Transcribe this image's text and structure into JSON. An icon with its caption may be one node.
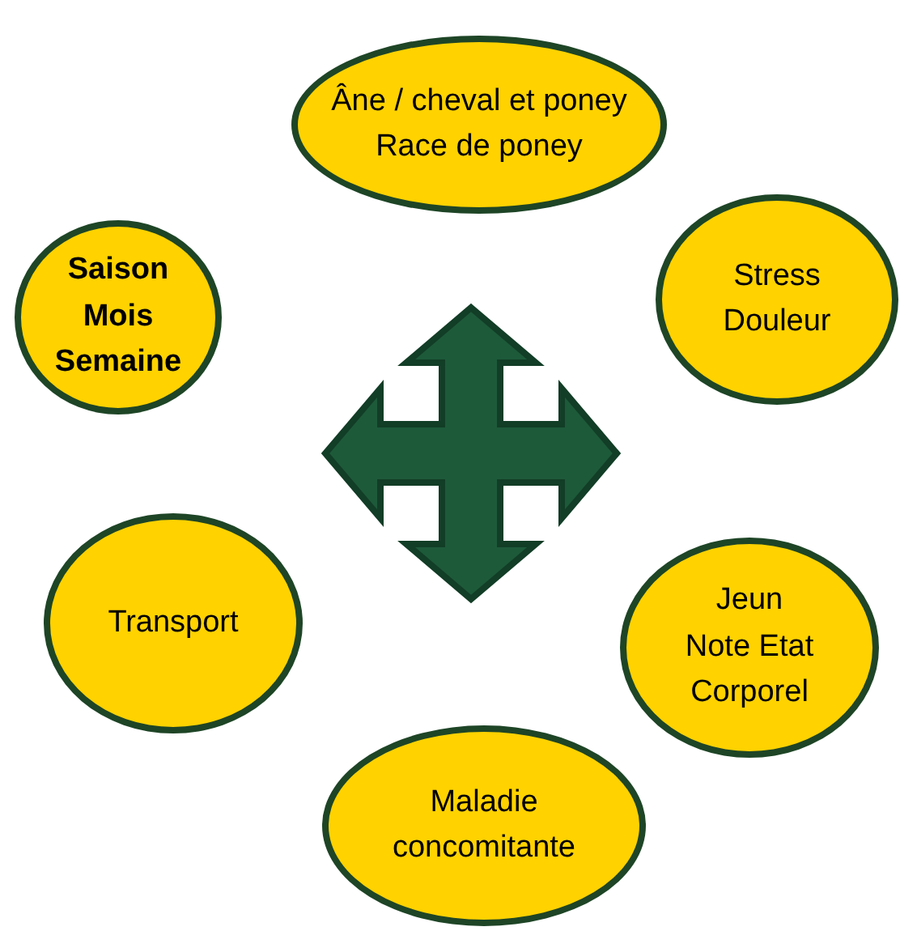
{
  "diagram": {
    "nodes": [
      {
        "text": [
          "Âne / cheval et poney",
          "Race de poney"
        ]
      },
      {
        "text": [
          "Stress",
          "Douleur"
        ]
      },
      {
        "text": [
          "Saison",
          "Mois",
          "Semaine"
        ]
      },
      {
        "text": [
          "Transport"
        ]
      },
      {
        "text": [
          "Jeun",
          "Note Etat Corporel"
        ]
      },
      {
        "text": [
          "Maladie concomitante"
        ]
      }
    ],
    "edges": []
  }
}
